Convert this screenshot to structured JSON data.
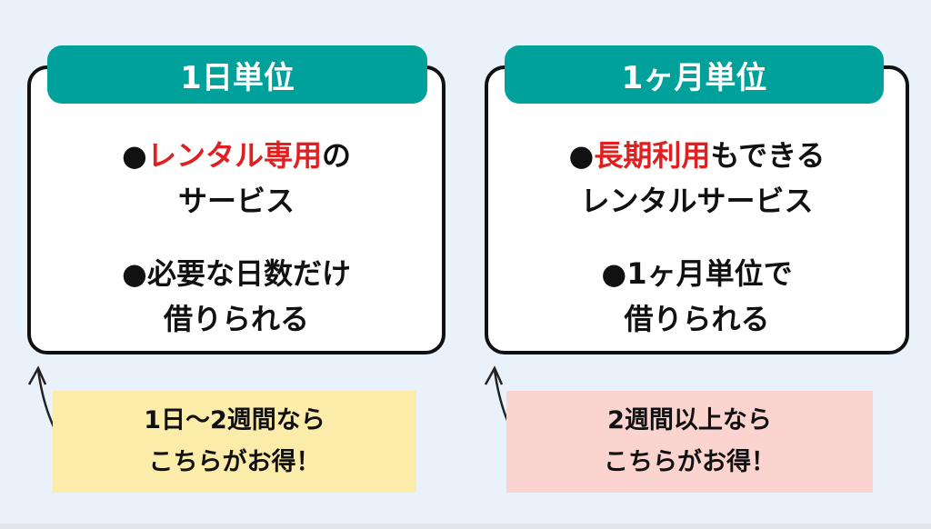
{
  "cards": [
    {
      "title": "1日単位",
      "bullet1": {
        "marker": "●",
        "highlight": "レンタル専用",
        "rest": "の",
        "line2": "サービス"
      },
      "bullet2": {
        "marker": "●",
        "line1": "必要な日数だけ",
        "line2": "借りられる"
      },
      "note": {
        "line1": "1日〜2週間なら",
        "line2": "こちらがお得！"
      }
    },
    {
      "title": "1ヶ月単位",
      "bullet1": {
        "marker": "●",
        "highlight": "長期利用",
        "rest": "もできる",
        "line2": "レンタルサービス"
      },
      "bullet2": {
        "marker": "●",
        "line1": "1ヶ月単位で",
        "line2": "借りられる"
      },
      "note": {
        "line1": "2週間以上なら",
        "line2": "こちらがお得！"
      }
    }
  ],
  "colors": {
    "teal": "#00a19a",
    "highlight": "#e02020",
    "note_yellow": "#fcecaa",
    "note_pink": "#fbd4d0"
  }
}
